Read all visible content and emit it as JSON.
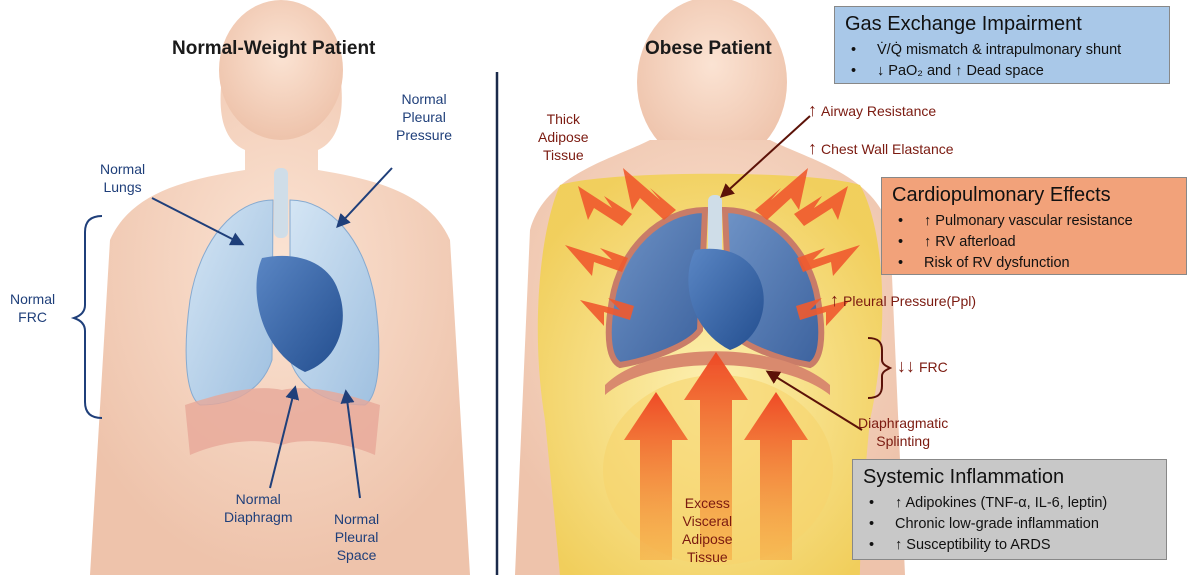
{
  "titles": {
    "left": "Normal-Weight Patient",
    "right": "Obese Patient"
  },
  "left_labels": {
    "lungs": [
      "Normal",
      "Lungs"
    ],
    "pleural_pressure": [
      "Normal",
      "Pleural",
      "Pressure"
    ],
    "frc": [
      "Normal",
      "FRC"
    ],
    "diaphragm": [
      "Normal",
      "Diaphragm"
    ],
    "pleural_space": [
      "Normal",
      "Pleural",
      "Space"
    ]
  },
  "right_labels": {
    "adipose": [
      "Thick",
      "Adipose",
      "Tissue"
    ],
    "airway": "Airway Resistance",
    "chest_wall": "Chest Wall Elastance",
    "pleural_pressure": "Pleural Pressure(Ppl)",
    "frc": "FRC",
    "splinting": [
      "Diaphragmatic",
      "Splinting"
    ],
    "visceral": [
      "Excess",
      "Visceral",
      "Adipose",
      "Tissue"
    ]
  },
  "boxes": {
    "gas": {
      "title": "Gas Exchange Impairment",
      "items": [
        "V̇/Q̇ mismatch & intrapulmonary shunt",
        "↓ PaO₂ and ↑ Dead space"
      ],
      "color": "#a9c8e8"
    },
    "cardio": {
      "title": "Cardiopulmonary Effects",
      "items": [
        "↑ Pulmonary vascular resistance",
        "↑ RV afterload",
        "Risk of RV dysfunction"
      ],
      "color": "#f2a27a"
    },
    "systemic": {
      "title": "Systemic Inflammation",
      "items": [
        "↑ Adipokines (TNF-α, IL-6, leptin)",
        "Chronic low-grade inflammation",
        "↑ Susceptibility to ARDS"
      ],
      "color": "#c8c8c8"
    }
  },
  "colors": {
    "label_blue": "#1f3f7a",
    "label_red": "#7b1a10",
    "pressure_arrow": "#f05a2e"
  }
}
